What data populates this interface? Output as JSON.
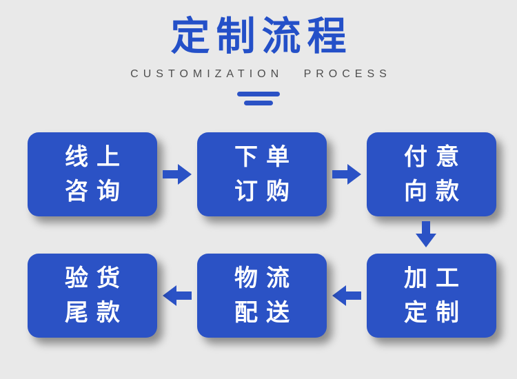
{
  "header": {
    "title": "定制流程",
    "subtitle": "CUSTOMIZATION PROCESS"
  },
  "colors": {
    "background": "#e9e9e9",
    "accent": "#2b52c5",
    "title": "#2450c8",
    "subtitle": "#4e4e4e",
    "box_text": "#ffffff"
  },
  "steps": [
    {
      "order": 1,
      "lines": [
        "线上",
        "咨询"
      ]
    },
    {
      "order": 2,
      "lines": [
        "下单",
        "订购"
      ]
    },
    {
      "order": 3,
      "lines": [
        "付意",
        "向款"
      ]
    },
    {
      "order": 4,
      "lines": [
        "加工",
        "定制"
      ]
    },
    {
      "order": 5,
      "lines": [
        "物流",
        "配送"
      ]
    },
    {
      "order": 6,
      "lines": [
        "验货",
        "尾款"
      ]
    }
  ]
}
